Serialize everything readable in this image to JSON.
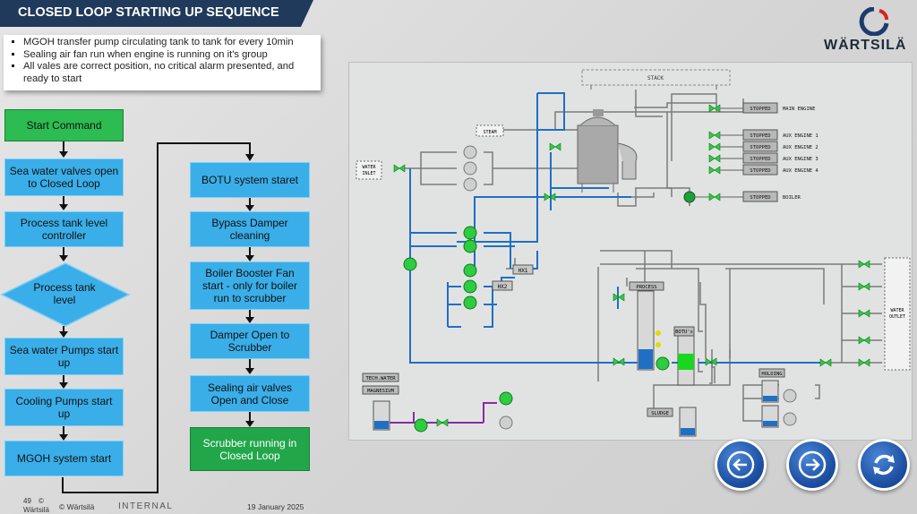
{
  "header": {
    "title": "CLOSED LOOP STARTING UP SEQUENCE"
  },
  "notes": {
    "items": [
      "MGOH transfer pump circulating tank to tank for every 10min",
      "Sealing air fan run when engine is running on it's group",
      "All vales are correct position, no critical alarm presented, and ready to start"
    ]
  },
  "brand": {
    "name": "WÄRTSILÄ"
  },
  "flow_left": {
    "start": "Start Command",
    "sea_valves": "Sea water valves open to Closed Loop",
    "process_level_ctrl": "Process tank level controller",
    "process_level": "Process tank level",
    "sea_pumps": "Sea water Pumps start up",
    "cooling_pumps": "Cooling Pumps start up",
    "mgoh": "MGOH system start"
  },
  "flow_right": {
    "botu": "BOTU system staret",
    "bypass": "Bypass Damper cleaning",
    "booster": "Boiler Booster Fan start - only for boiler run to scrubber",
    "damper": "Damper Open to Scrubber",
    "sealing": "Sealing air valves Open and Close",
    "running": "Scrubber running in Closed Loop"
  },
  "hmi": {
    "stack": "STACK",
    "steam": "STEAM",
    "water_inlet_1": "WATER",
    "water_inlet_2": "INLET",
    "water_outlet_1": "WATER",
    "water_outlet_2": "OUTLET",
    "hx1": "HX1",
    "hx2": "HX2",
    "process": "PROCESS",
    "botu": "BOTU's",
    "holding": "HOLDING",
    "sludge": "SLUDGE",
    "tech_water": "TECH.WATER",
    "magnesium": "MAGNESIUM",
    "consumers": [
      {
        "status": "STOPPED",
        "name": "MAIN ENGINE"
      },
      {
        "status": "STOPPED",
        "name": "AUX ENGINE 1"
      },
      {
        "status": "STOPPED",
        "name": "AUX ENGINE 2"
      },
      {
        "status": "STOPPED",
        "name": "AUX ENGINE 3"
      },
      {
        "status": "STOPPED",
        "name": "AUX ENGINE 4"
      },
      {
        "status": "STOPPED",
        "name": "BOILER"
      }
    ]
  },
  "nav": {
    "back_icon": "arrow-left-icon",
    "forward_icon": "arrow-right-icon",
    "refresh_icon": "refresh-icon"
  },
  "footer": {
    "page": "49",
    "copyright_symbol": "©",
    "company": "Wärtsilä",
    "copyright": "© Wärtsilä",
    "classification": "INTERNAL",
    "date": "19 January 2025"
  },
  "colors": {
    "title_bg": "#1f3a5a",
    "flow_blue": "#3aaee8",
    "flow_green": "#22a64a",
    "pipe_blue": "#1f6fc5",
    "pump_green": "#2ecc40"
  }
}
